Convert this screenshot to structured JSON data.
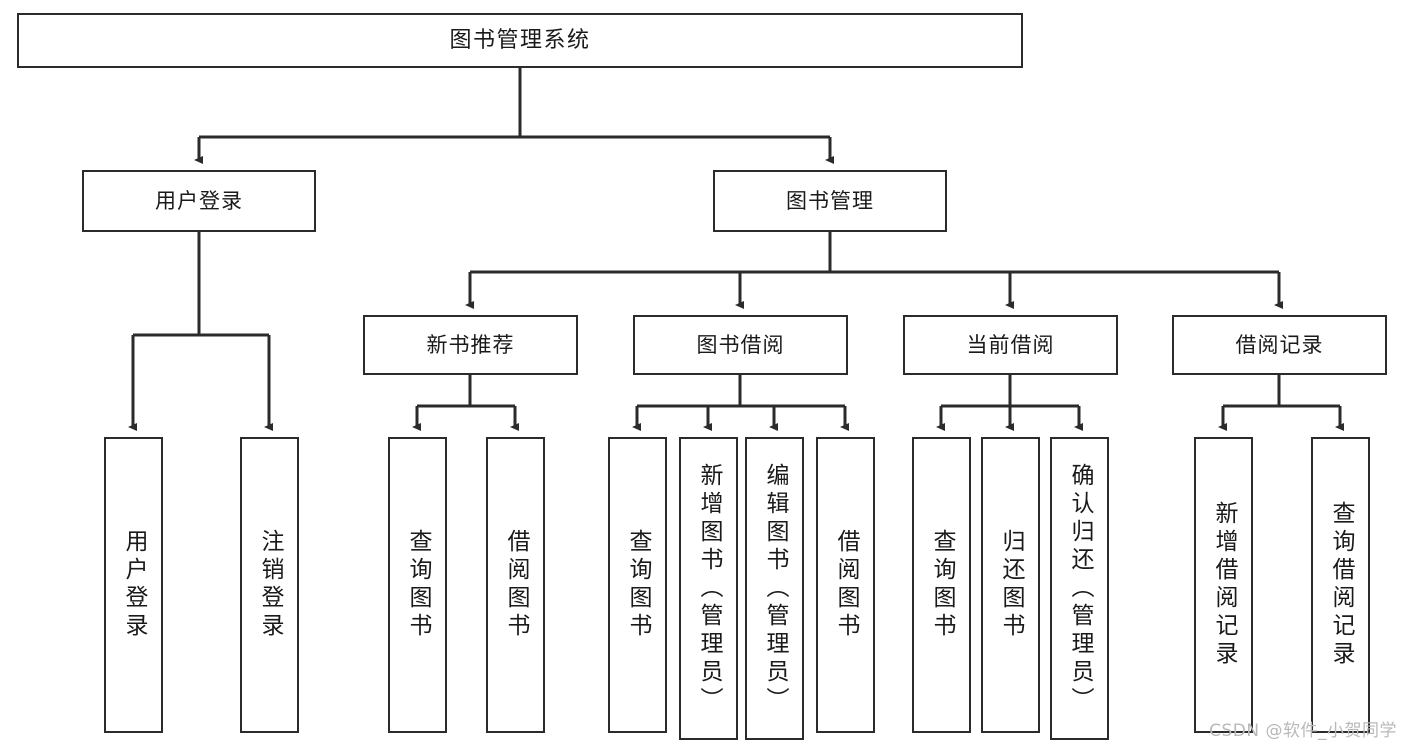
{
  "diagram": {
    "title": "图书管理系统",
    "type": "tree-hierarchy-diagram",
    "root": {
      "id": "root",
      "label": "图书管理系统"
    },
    "level2": [
      {
        "id": "user-login",
        "label": "用户登录"
      },
      {
        "id": "book-manage",
        "label": "图书管理"
      }
    ],
    "level3": [
      {
        "id": "new-book-rec",
        "label": "新书推荐"
      },
      {
        "id": "book-borrow",
        "label": "图书借阅"
      },
      {
        "id": "current-borrow",
        "label": "当前借阅"
      },
      {
        "id": "borrow-record",
        "label": "借阅记录"
      }
    ],
    "leaves": {
      "user_login": [
        {
          "id": "leaf-user-login",
          "label": "用户登录"
        },
        {
          "id": "leaf-logout",
          "label": "注销登录"
        }
      ],
      "new_book_rec": [
        {
          "id": "leaf-query-book-1",
          "label": "查询图书"
        },
        {
          "id": "leaf-borrow-book-1",
          "label": "借阅图书"
        }
      ],
      "book_borrow": [
        {
          "id": "leaf-query-book-2",
          "label": "查询图书"
        },
        {
          "id": "leaf-add-book",
          "label": "新增图书（管理员）"
        },
        {
          "id": "leaf-edit-book",
          "label": "编辑图书（管理员）"
        },
        {
          "id": "leaf-borrow-book-2",
          "label": "借阅图书"
        }
      ],
      "current_borrow": [
        {
          "id": "leaf-query-book-3",
          "label": "查询图书"
        },
        {
          "id": "leaf-return-book",
          "label": "归还图书"
        },
        {
          "id": "leaf-confirm-return",
          "label": "确认归还（管理员）"
        }
      ],
      "borrow_record": [
        {
          "id": "leaf-add-record",
          "label": "新增借阅记录"
        },
        {
          "id": "leaf-query-record",
          "label": "查询借阅记录"
        }
      ]
    }
  },
  "watermark": {
    "text": "CSDN @软件_小贺同学"
  },
  "colors": {
    "stroke": "#2b2b2b",
    "fill": "#ffffff",
    "text": "#1a1a1a",
    "watermark": "#b9b9b9"
  }
}
